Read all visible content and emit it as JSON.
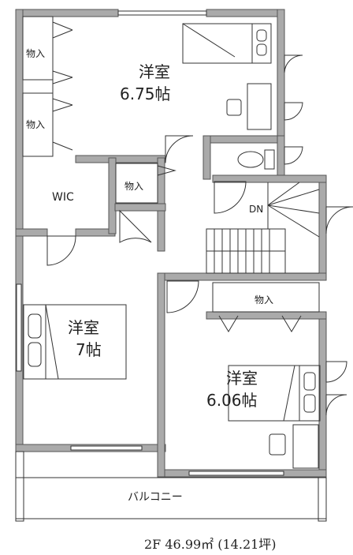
{
  "floor_summary": "2F  46.99㎡ (14.21坪)",
  "rooms": {
    "bedroom_top": {
      "name": "洋室",
      "size": "6.75帖"
    },
    "bedroom_left": {
      "name": "洋室",
      "size": "7帖"
    },
    "bedroom_right": {
      "name": "洋室",
      "size": "6.06帖"
    },
    "wic": "WIC",
    "storage": "物入",
    "stair_dn": "DN",
    "balcony": "バルコニー"
  },
  "colors": {
    "wall": "#aaaaaa",
    "wall_outline": "#555555",
    "line": "#333333"
  }
}
